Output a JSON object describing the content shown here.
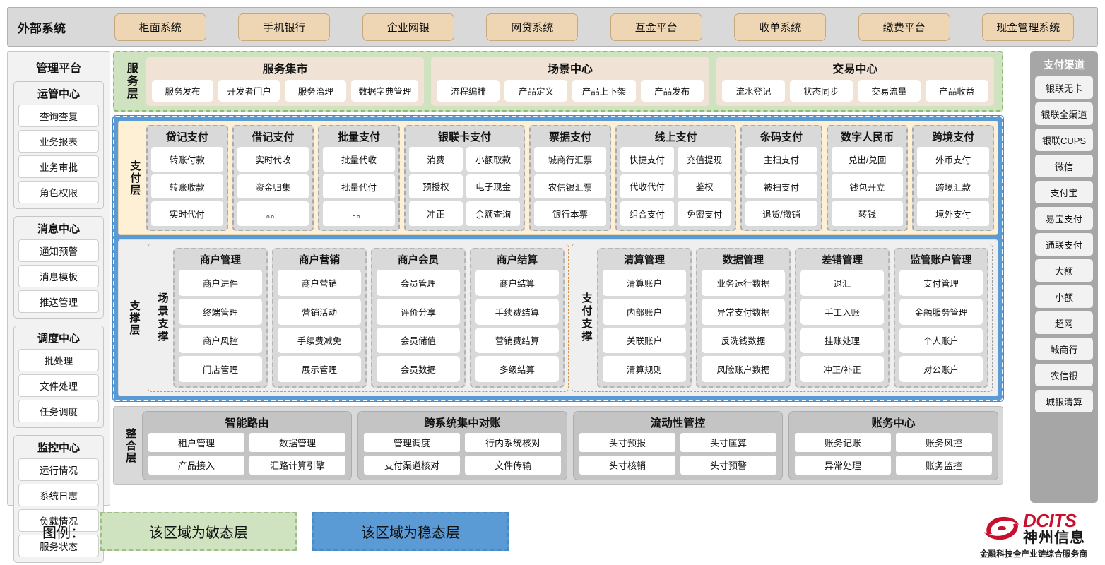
{
  "external": {
    "title": "外部系统",
    "items": [
      "柜面系统",
      "手机银行",
      "企业网银",
      "网贷系统",
      "互金平台",
      "收单系统",
      "缴费平台",
      "现金管理系统"
    ]
  },
  "left_sidebar": {
    "title": "管理平台",
    "groups": [
      {
        "title": "运管中心",
        "items": [
          "查询查复",
          "业务报表",
          "业务审批",
          "角色权限"
        ]
      },
      {
        "title": "消息中心",
        "items": [
          "通知预警",
          "消息模板",
          "推送管理"
        ]
      },
      {
        "title": "调度中心",
        "items": [
          "批处理",
          "文件处理",
          "任务调度"
        ]
      },
      {
        "title": "监控中心",
        "items": [
          "运行情况",
          "系统日志",
          "负载情况",
          "服务状态"
        ]
      }
    ]
  },
  "right_sidebar": {
    "title": "支付渠道",
    "items": [
      "银联无卡",
      "银联全渠道",
      "银联CUPS",
      "微信",
      "支付宝",
      "易宝支付",
      "通联支付",
      "大额",
      "小额",
      "超网",
      "城商行",
      "农信银",
      "城银清算"
    ]
  },
  "service_layer": {
    "label": "服务层",
    "groups": [
      {
        "title": "服务集市",
        "items": [
          "服务发布",
          "开发者门户",
          "服务治理",
          "数据字典管理"
        ]
      },
      {
        "title": "场景中心",
        "items": [
          "流程编排",
          "产品定义",
          "产品上下架",
          "产品发布"
        ]
      },
      {
        "title": "交易中心",
        "items": [
          "流水登记",
          "状态同步",
          "交易流量",
          "产品收益"
        ]
      }
    ]
  },
  "payment_layer": {
    "label": "支付层",
    "columns": [
      {
        "title": "贷记支付",
        "wide": false,
        "items": [
          "转账付款",
          "转账收款",
          "实时代付"
        ]
      },
      {
        "title": "借记支付",
        "wide": false,
        "items": [
          "实时代收",
          "资金归集",
          "。。"
        ]
      },
      {
        "title": "批量支付",
        "wide": false,
        "items": [
          "批量代收",
          "批量代付",
          "。。"
        ]
      },
      {
        "title": "银联卡支付",
        "wide": true,
        "items": [
          "消费",
          "小额取款",
          "预授权",
          "电子现金",
          "冲正",
          "余额查询"
        ]
      },
      {
        "title": "票据支付",
        "wide": false,
        "items": [
          "城商行汇票",
          "农信银汇票",
          "银行本票"
        ]
      },
      {
        "title": "线上支付",
        "wide": true,
        "items": [
          "快捷支付",
          "充值提现",
          "代收代付",
          "鉴权",
          "组合支付",
          "免密支付"
        ]
      },
      {
        "title": "条码支付",
        "wide": false,
        "items": [
          "主扫支付",
          "被扫支付",
          "退货/撤销"
        ]
      },
      {
        "title": "数字人民币",
        "wide": false,
        "items": [
          "兑出/兑回",
          "钱包开立",
          "转钱"
        ]
      },
      {
        "title": "跨境支付",
        "wide": false,
        "items": [
          "外币支付",
          "跨境汇款",
          "境外支付"
        ]
      }
    ]
  },
  "support_layer": {
    "label": "支撑层",
    "scene": {
      "label": "场景支撑",
      "columns": [
        {
          "title": "商户管理",
          "items": [
            "商户进件",
            "终端管理",
            "商户风控",
            "门店管理"
          ]
        },
        {
          "title": "商户营销",
          "items": [
            "商户营销",
            "营销活动",
            "手续费减免",
            "展示管理"
          ]
        },
        {
          "title": "商户会员",
          "items": [
            "会员管理",
            "评价分享",
            "会员储值",
            "会员数据"
          ]
        },
        {
          "title": "商户结算",
          "items": [
            "商户结算",
            "手续费结算",
            "营销费结算",
            "多级结算"
          ]
        }
      ]
    },
    "paysup": {
      "label": "支付支撑",
      "columns": [
        {
          "title": "清算管理",
          "items": [
            "清算账户",
            "内部账户",
            "关联账户",
            "清算规则"
          ]
        },
        {
          "title": "数据管理",
          "items": [
            "业务运行数据",
            "异常支付数据",
            "反洗钱数据",
            "风险账户数据"
          ]
        },
        {
          "title": "差错管理",
          "items": [
            "退汇",
            "手工入账",
            "挂账处理",
            "冲正/补正"
          ]
        },
        {
          "title": "监管账户管理",
          "items": [
            "支付管理",
            "金融服务管理",
            "个人账户",
            "对公账户"
          ]
        }
      ]
    }
  },
  "integration_layer": {
    "label": "整合层",
    "groups": [
      {
        "title": "智能路由",
        "items": [
          "租户管理",
          "数据管理",
          "产品接入",
          "汇路计算引擎"
        ]
      },
      {
        "title": "跨系统集中对账",
        "items": [
          "管理调度",
          "行内系统核对",
          "支付渠道核对",
          "文件传输"
        ]
      },
      {
        "title": "流动性管控",
        "items": [
          "头寸预报",
          "头寸匡算",
          "头寸核销",
          "头寸预警"
        ]
      },
      {
        "title": "账务中心",
        "items": [
          "账务记账",
          "账务风控",
          "异常处理",
          "账务监控"
        ]
      }
    ]
  },
  "legend": {
    "label": "图例：",
    "agile": "该区域为敏态层",
    "stable": "该区域为稳态层"
  },
  "logo": {
    "brand": "DCITS",
    "brand_cn": "神州信息",
    "tagline": "金融科技全产业链综合服务商"
  },
  "colors": {
    "agile_green": "#cfe3c0",
    "stable_blue": "#5b9bd5",
    "payment_yellow": "#fdf0d5",
    "external_chip": "#eed6b5",
    "brand_red": "#c8102e"
  }
}
